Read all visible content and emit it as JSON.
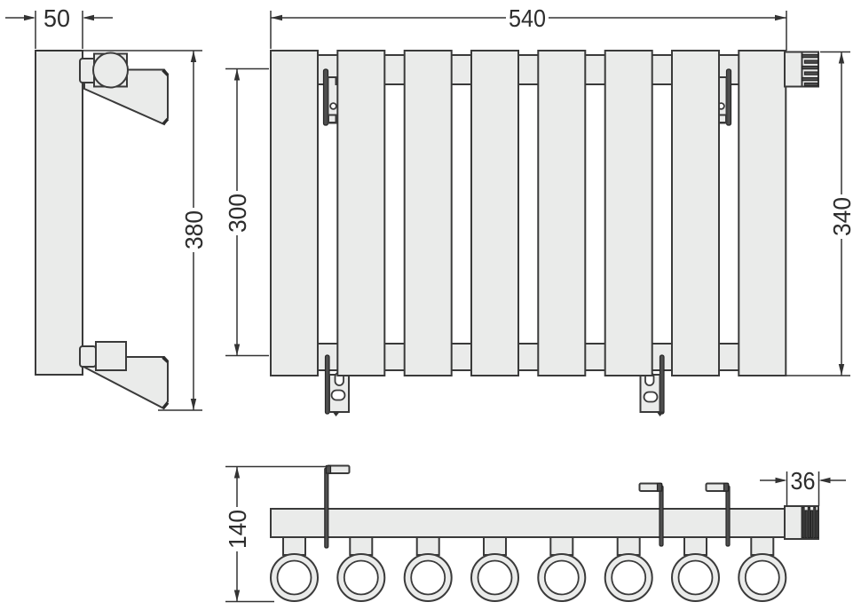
{
  "drawing": {
    "kind": "technical dimension drawing",
    "object": "sectional panel radiator with wall brackets and knurled valve",
    "counts": {
      "front_sections": 8,
      "bottom_tubes": 8,
      "mounting_hooks_bottom_view": 3
    },
    "colors": {
      "background": "#ffffff",
      "part_fill": "#eaebea",
      "outline": "#3a3a3a",
      "bracket_dark": "#4f4f4f",
      "dimension_line": "#333333",
      "text": "#2d2d2d"
    }
  },
  "dimensions": {
    "side_width": "50",
    "side_height": "380",
    "front_width": "540",
    "mounting_pitch": "300",
    "front_height": "340",
    "depth": "140",
    "valve_width": "36"
  }
}
